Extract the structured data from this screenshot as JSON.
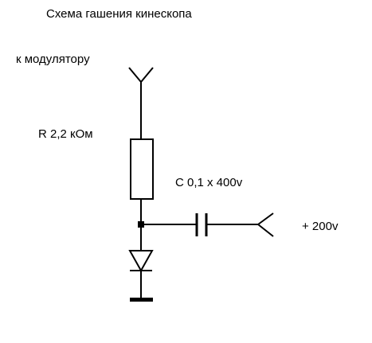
{
  "diagram": {
    "title": "Схема гашения кинескопа",
    "nodes": {
      "modulator_terminal": {
        "label": "к модулятору"
      },
      "resistor": {
        "label": "R 2,2 кОм"
      },
      "capacitor": {
        "label": "C 0,1 x 400v"
      },
      "supply_terminal": {
        "label": "+ 200v"
      },
      "diode": {
        "label": ""
      },
      "ground": {
        "label": ""
      }
    },
    "edges": [
      {
        "from": "modulator_terminal",
        "to": "resistor"
      },
      {
        "from": "resistor",
        "to": "junction"
      },
      {
        "from": "junction",
        "to": "capacitor"
      },
      {
        "from": "capacitor",
        "to": "supply_terminal"
      },
      {
        "from": "junction",
        "to": "diode"
      },
      {
        "from": "diode",
        "to": "ground"
      }
    ],
    "colors": {
      "stroke": "#000000",
      "background": "#ffffff"
    }
  }
}
